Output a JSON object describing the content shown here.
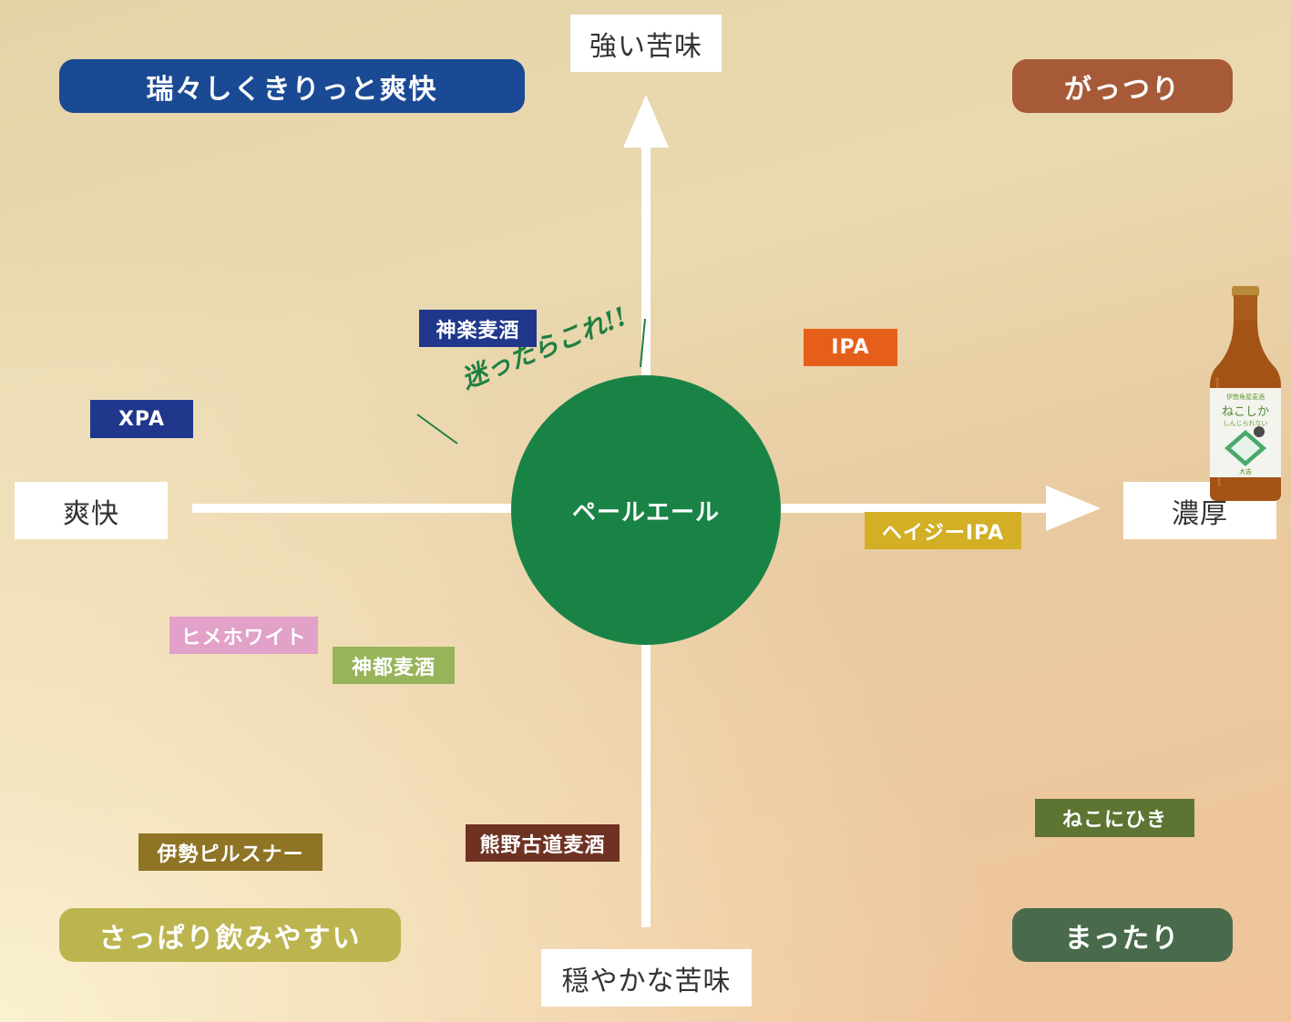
{
  "axes": {
    "top": "強い苦味",
    "bottom": "穏やかな苦味",
    "left": "爽快",
    "right": "濃厚"
  },
  "quadrants": {
    "top_left": {
      "label": "瑞々しくきりっと爽快",
      "color": "#1a4a94"
    },
    "top_right": {
      "label": "がっつり",
      "color": "#a65a37"
    },
    "bottom_left": {
      "label": "さっぱり飲みやすい",
      "color": "#bcb54f"
    },
    "bottom_right": {
      "label": "まったり",
      "color": "#4a6b4b"
    }
  },
  "center": {
    "label": "ペールエール",
    "color": "#198346"
  },
  "note": "迷ったらこれ!!",
  "beers": [
    {
      "name": "神楽麦酒",
      "color": "#21378c"
    },
    {
      "name": "IPA",
      "color": "#e65f1a"
    },
    {
      "name": "XPA",
      "color": "#21378c"
    },
    {
      "name": "ヘイジーIPA",
      "color": "#d3af25"
    },
    {
      "name": "ヒメホワイト",
      "color": "#e1a1c8"
    },
    {
      "name": "神都麦酒",
      "color": "#98b45a"
    },
    {
      "name": "伊勢ピルスナー",
      "color": "#8e7424"
    },
    {
      "name": "熊野古道麦酒",
      "color": "#6f3222"
    },
    {
      "name": "ねこにひき",
      "color": "#5e7432"
    }
  ],
  "bottle": {
    "label_lines": [
      "伊勢角屋麦酒",
      "ねこしか",
      "しんじられない",
      "大吉"
    ]
  }
}
